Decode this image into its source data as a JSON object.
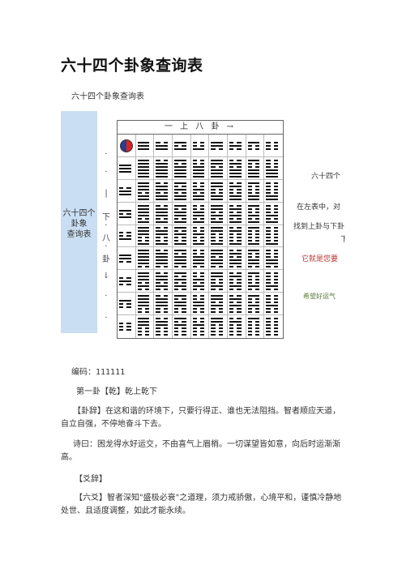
{
  "doc": {
    "title": "六十四个卦象查询表",
    "subtitle": "六十四个卦象查询表"
  },
  "left_panel": {
    "label_lines": [
      "六十四个",
      "卦象",
      "查询表"
    ]
  },
  "grid": {
    "header": "一 上 八 卦 →",
    "side_chars": [
      "·",
      "·",
      "|",
      "下",
      "·",
      "八",
      "·",
      "卦",
      "↓",
      "·",
      "·"
    ],
    "trigrams": [
      "111",
      "011",
      "101",
      "001",
      "110",
      "010",
      "100",
      "000"
    ]
  },
  "right_notes": [
    "六十四个",
    "在左表中，对",
    "找到上卦与下卦",
    "下",
    "它就是您要",
    "希望好运气"
  ],
  "body": {
    "code_line": "编码：111111",
    "gua_title": "第一卦【乾】乾上乾下",
    "gua_ci_line1": "【卦辞】在这和谐的环境下，只要行得正、谁也无法阻挡。智者顺应天道，",
    "gua_ci_line2": "自立自强，不停地奋斗下去。",
    "shi_line1": "诗曰：困龙得水好运交，不由喜气上眉梢。一切谋望皆如意，向后时运渐渐",
    "shi_line2": "高。",
    "yao_heading": "【爻辞】",
    "yao_line1": "【六爻】智者深知\"盛极必衰\"之道理，须力戒骄傲，心境平和，谨慎冷静地",
    "yao_line2": "处世、且适度调整，如此才能永续。"
  }
}
